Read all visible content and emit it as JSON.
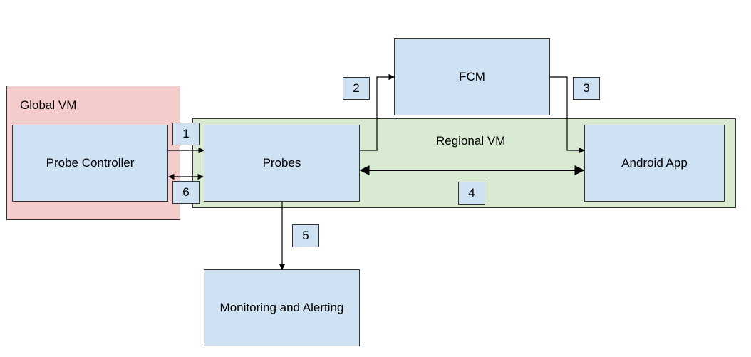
{
  "regions": {
    "global_vm": "Global VM",
    "regional_vm": "Regional VM"
  },
  "nodes": {
    "probe_controller": "Probe Controller",
    "probes": "Probes",
    "fcm": "FCM",
    "android_app": "Android App",
    "monitoring": "Monitoring and Alerting"
  },
  "steps": {
    "s1": "1",
    "s2": "2",
    "s3": "3",
    "s4": "4",
    "s5": "5",
    "s6": "6"
  }
}
